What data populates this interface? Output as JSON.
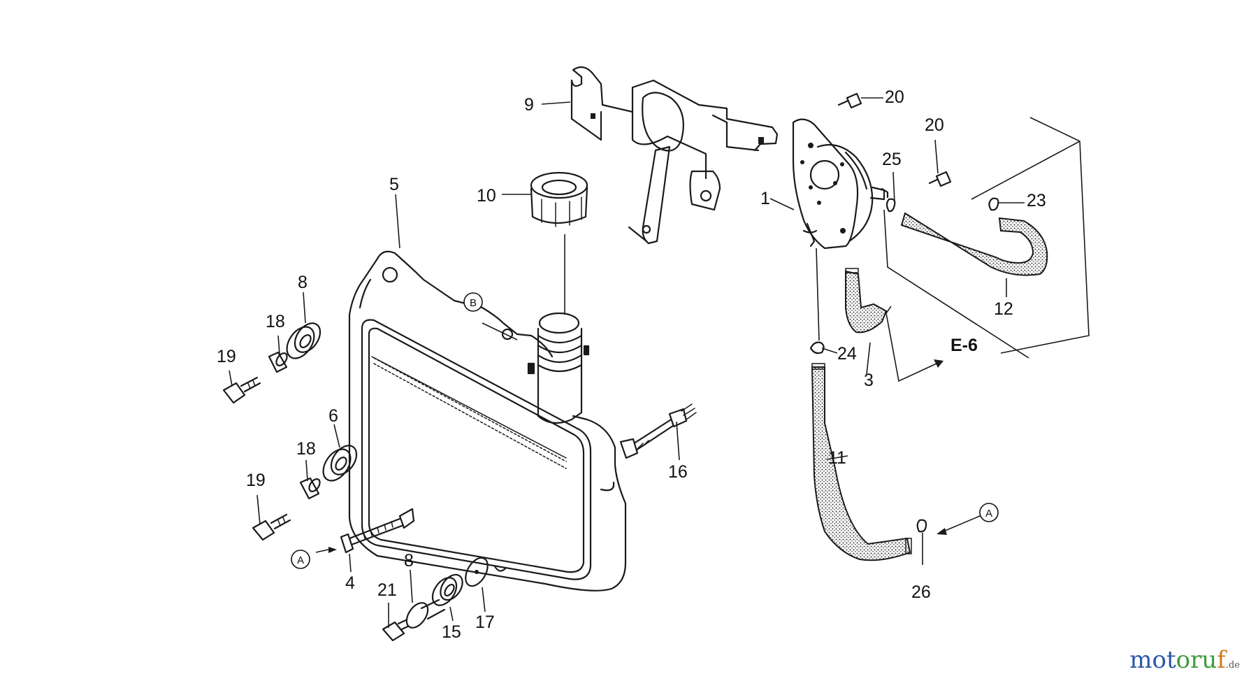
{
  "figure": {
    "callouts": [
      {
        "id": "c1",
        "text": "1"
      },
      {
        "id": "c3",
        "text": "3"
      },
      {
        "id": "c4",
        "text": "4"
      },
      {
        "id": "c5",
        "text": "5"
      },
      {
        "id": "c6",
        "text": "6"
      },
      {
        "id": "c8a",
        "text": "8"
      },
      {
        "id": "c8b",
        "text": "8"
      },
      {
        "id": "c9",
        "text": "9"
      },
      {
        "id": "c10",
        "text": "10"
      },
      {
        "id": "c11",
        "text": "11"
      },
      {
        "id": "c12",
        "text": "12"
      },
      {
        "id": "c15",
        "text": "15"
      },
      {
        "id": "c16",
        "text": "16"
      },
      {
        "id": "c17",
        "text": "17"
      },
      {
        "id": "c18a",
        "text": "18"
      },
      {
        "id": "c18b",
        "text": "18"
      },
      {
        "id": "c19a",
        "text": "19"
      },
      {
        "id": "c19b",
        "text": "19"
      },
      {
        "id": "c20a",
        "text": "20"
      },
      {
        "id": "c20b",
        "text": "20"
      },
      {
        "id": "c21",
        "text": "21"
      },
      {
        "id": "c23",
        "text": "23"
      },
      {
        "id": "c24",
        "text": "24"
      },
      {
        "id": "c25",
        "text": "25"
      },
      {
        "id": "c26",
        "text": "26"
      }
    ],
    "circled_markers": {
      "b_tank": "B",
      "a_bolt": "A",
      "a_clip": "A"
    },
    "reference": "E-6"
  },
  "watermark": {
    "part1": "mot",
    "part2": "oru",
    "part3": "f",
    "suffix": ".de"
  }
}
